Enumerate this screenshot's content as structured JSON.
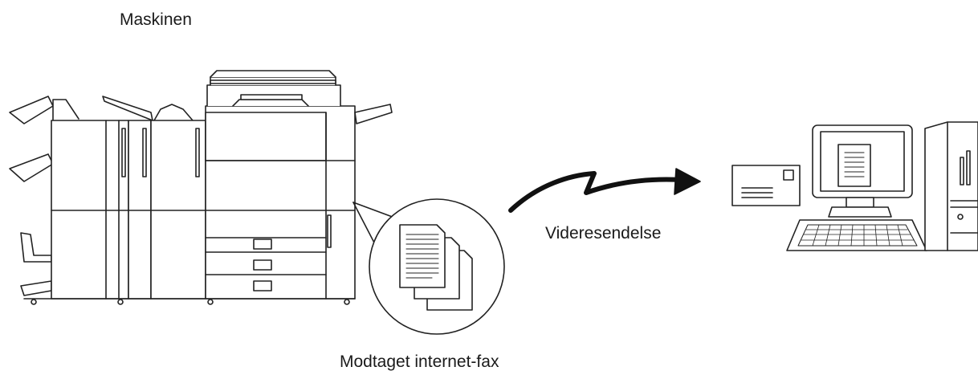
{
  "labels": {
    "machine": "Maskinen",
    "forwarding": "Videresendelse",
    "received": "Modtaget internet-fax"
  },
  "icons": {
    "machine": "multifunction-printer-icon",
    "documents": "fax-documents-icon",
    "arrow": "wavy-arrow-icon",
    "email": "email-envelope-icon",
    "computer": "desktop-computer-icon"
  }
}
